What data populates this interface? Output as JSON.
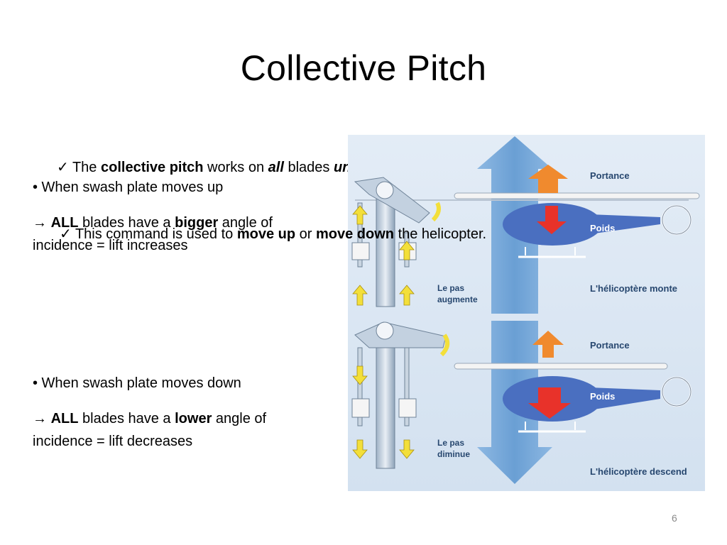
{
  "slide": {
    "title": "Collective Pitch",
    "page_number": "6"
  },
  "intro": [
    {
      "marker": "✓",
      "parts": [
        "The ",
        "collective pitch",
        " works on ",
        "all",
        " blades ",
        "uniformly",
        "."
      ]
    },
    {
      "marker": "✓",
      "parts": [
        "This command is used to ",
        "move up",
        " or ",
        "move down",
        " the helicopter."
      ]
    }
  ],
  "up_section": {
    "bullet": "• When swash plate moves up",
    "line1_parts": [
      "→ ",
      "ALL",
      " blades have a ",
      "bigger",
      " angle of"
    ],
    "line2": "incidence =  lift increases"
  },
  "down_section": {
    "bullet": "• When swash plate moves down",
    "line1_parts": [
      "→ ",
      "ALL",
      " blades have a ",
      "lower",
      " angle of"
    ],
    "line2": "incidence  =  lift decreases"
  },
  "figure": {
    "top_panel": {
      "label_lift": "Portance",
      "label_weight": "Poids",
      "label_pitch_line1": "Le pas",
      "label_pitch_line2": "augmente",
      "label_result": "L'hélicoptère monte"
    },
    "bottom_panel": {
      "label_lift": "Portance",
      "label_weight": "Poids",
      "label_pitch_line1": "Le pas",
      "label_pitch_line2": "diminue",
      "label_result": "L'hélicoptère descend"
    },
    "colors": {
      "panel_bg": "#dbe7f4",
      "arrow_blue": "#6fa3d6",
      "helicopter_blue": "#4a6fc0",
      "lift_orange": "#f08a2e",
      "weight_red": "#e8322a",
      "swash_yellow": "#f3df3a",
      "label_navy": "#27476f"
    }
  }
}
